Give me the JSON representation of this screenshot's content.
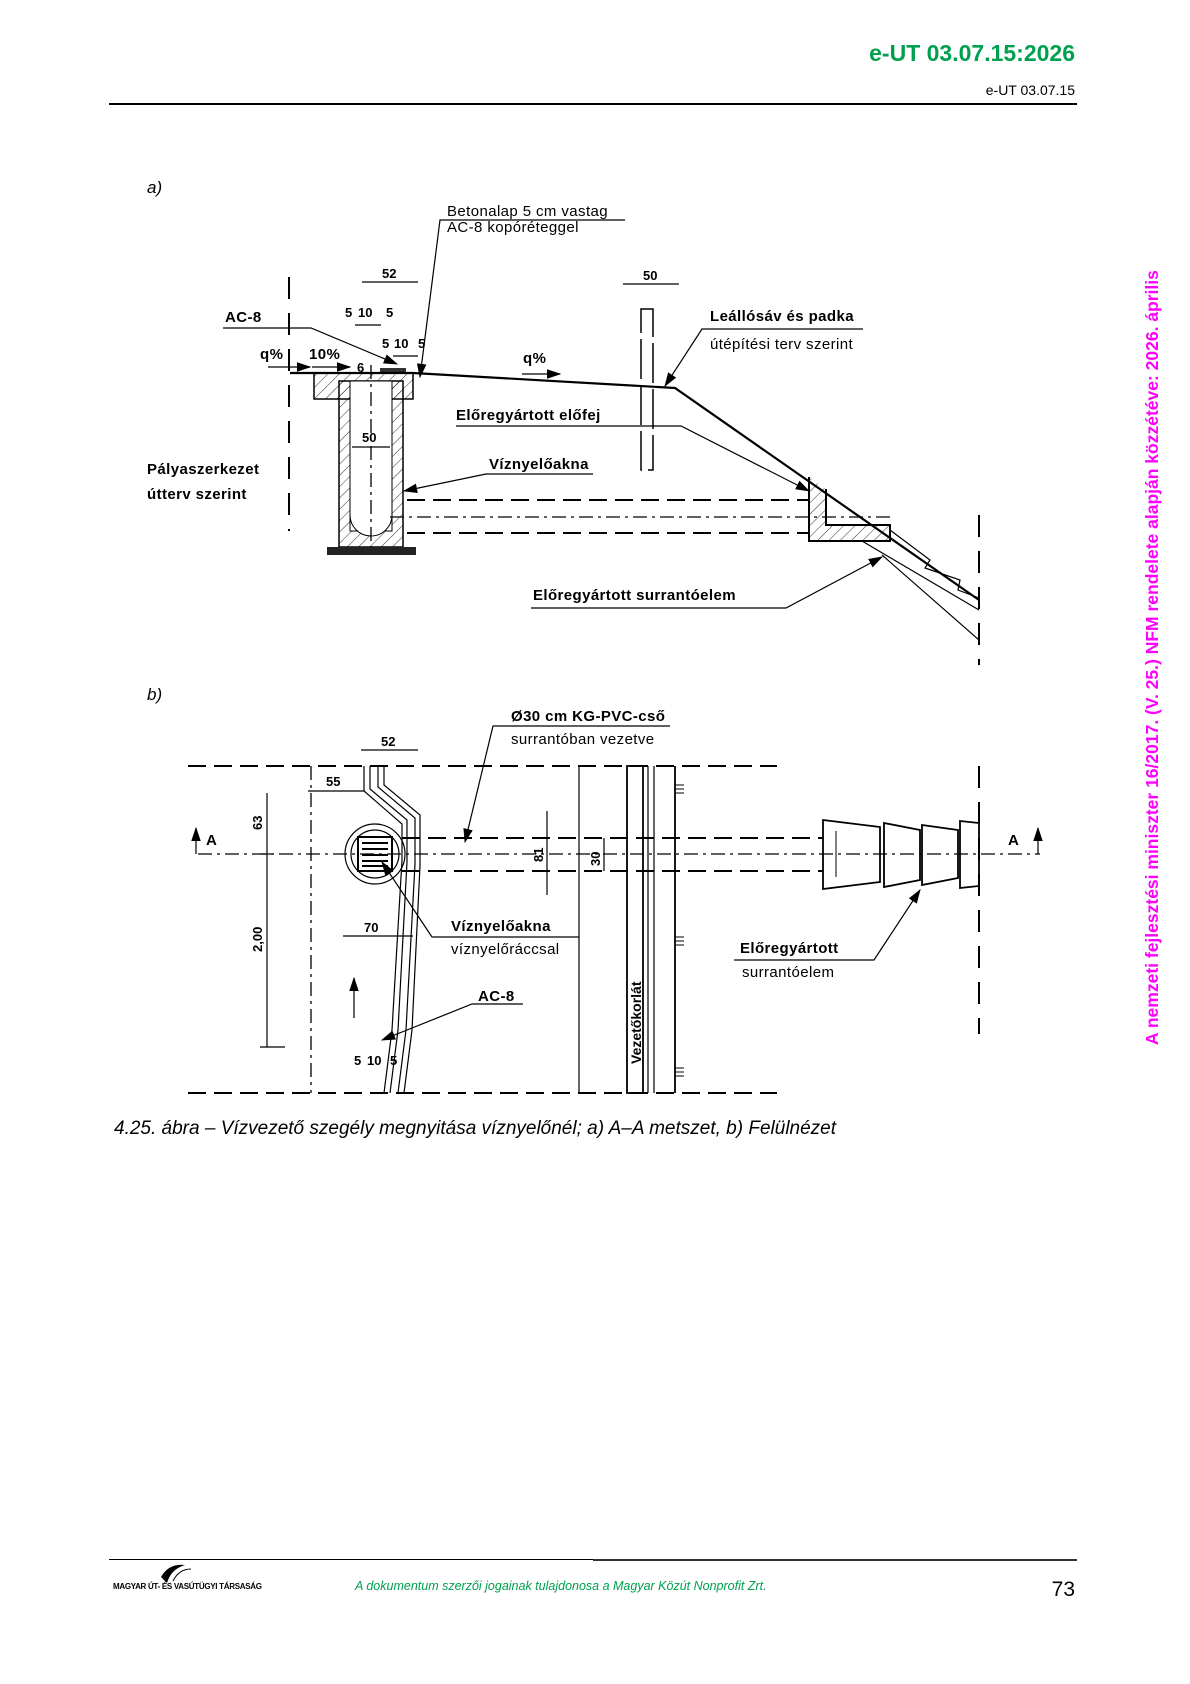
{
  "header": {
    "code": "e-UT 03.07.15:2026",
    "subcode": "e-UT 03.07.15"
  },
  "watermark": "A nemzeti fejlesztési miniszter 16/2017. (V. 25.) NFM rendelete alapján közzétéve: 2026. április",
  "figure_a": {
    "label": "a)",
    "betonalap_1": "Betonalap 5 cm vastag",
    "betonalap_2": "AC-8 kopóréteggel",
    "dim_52": "52",
    "dim_5a": "5",
    "dim_10a": "10",
    "dim_5b": "5",
    "dim_5c": "5",
    "dim_10b": "10",
    "dim_5d": "5",
    "ac8": "AC-8",
    "q_left": "q%",
    "slope_10": "10%",
    "dim_6": "6",
    "q_right": "q%",
    "dim_50_top": "50",
    "dim_50_shaft": "50",
    "leallosav_1": "Leállósáv és padka",
    "leallosav_2": "útépítési terv szerint",
    "elofej": "Előregyártott előfej",
    "viznyeloakna": "Víznyelőakna",
    "palyaszerkezet_1": "Pályaszerkezet",
    "palyaszerkezet_2": "útterv szerint",
    "surranto": "Előregyártott surrantóelem"
  },
  "figure_b": {
    "label": "b)",
    "pipe_1": "Ø30 cm KG-PVC-cső",
    "pipe_2": "surrantóban vezetve",
    "dim_52": "52",
    "dim_55": "55",
    "dim_63": "63",
    "dim_200": "2,00",
    "dim_70": "70",
    "dim_81": "81",
    "dim_30": "30",
    "section_left": "A",
    "section_right": "A",
    "akna_1": "Víznyelőakna",
    "akna_2": "víznyelőráccsal",
    "ac8": "AC-8",
    "dim_5a": "5",
    "dim_10": "10",
    "dim_5b": "5",
    "korlat": "Vezetőkorlát",
    "surranto_1": "Előregyártott",
    "surranto_2": "surrantóelem"
  },
  "caption": "4.25. ábra – Vízvezető szegély megnyitása víznyelőnél; a) A–A metszet, b) Felülnézet",
  "footer": {
    "logo_text": "MAGYAR ÚT- ÉS VASÚTÜGYI TÁRSASÁG",
    "copyright": "A dokumentum szerzői jogainak tulajdonosa a Magyar Közút Nonprofit Zrt.",
    "page_number": "73"
  },
  "colors": {
    "green": "#00a04f",
    "magenta": "#ff00ff"
  }
}
